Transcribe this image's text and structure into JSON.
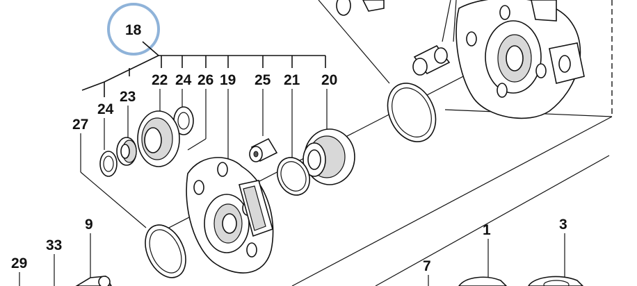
{
  "callouts": {
    "assembly": "18",
    "c22": "22",
    "c24a": "24",
    "c26": "26",
    "c19": "19",
    "c25": "25",
    "c21": "21",
    "c20": "20",
    "c23": "23",
    "c24b": "24",
    "c27": "27",
    "c9": "9",
    "c33": "33",
    "c29": "29",
    "c7": "7",
    "c1": "1",
    "c3": "3"
  },
  "colors": {
    "assembly_circle": "#8fb3d9",
    "line": "#111111"
  }
}
